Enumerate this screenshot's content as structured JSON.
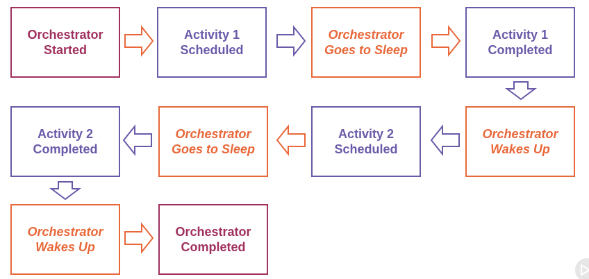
{
  "colors": {
    "maroon": "#a0305e",
    "purple": "#6a5aa8",
    "orange": "#e8683a"
  },
  "nodes": {
    "n1": "Orchestrator Started",
    "n2": "Activity 1 Scheduled",
    "n3": "Orchestrator Goes to Sleep",
    "n4": "Activity 1 Completed",
    "n5": "Orchestrator Wakes Up",
    "n6": "Activity 2 Scheduled",
    "n7": "Orchestrator Goes to Sleep",
    "n8": "Activity 2 Completed",
    "n9": "Orchestrator Wakes Up",
    "n10": "Orchestrator Completed"
  },
  "icons": {
    "play": "play-icon"
  }
}
